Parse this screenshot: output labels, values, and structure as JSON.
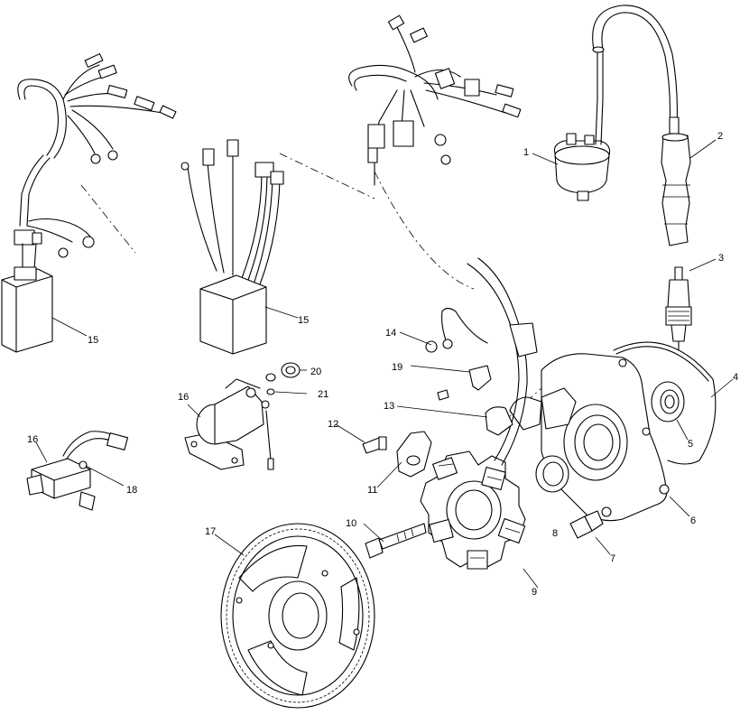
{
  "diagram": {
    "callouts": [
      {
        "id": "c1",
        "text": "1"
      },
      {
        "id": "c2",
        "text": "2"
      },
      {
        "id": "c3",
        "text": "3"
      },
      {
        "id": "c4",
        "text": "4"
      },
      {
        "id": "c5",
        "text": "5"
      },
      {
        "id": "c6",
        "text": "6"
      },
      {
        "id": "c7",
        "text": "7"
      },
      {
        "id": "c8",
        "text": "8"
      },
      {
        "id": "c9",
        "text": "9"
      },
      {
        "id": "c10",
        "text": "10"
      },
      {
        "id": "c11",
        "text": "11"
      },
      {
        "id": "c12",
        "text": "12"
      },
      {
        "id": "c13",
        "text": "13"
      },
      {
        "id": "c14",
        "text": "14"
      },
      {
        "id": "c15a",
        "text": "15"
      },
      {
        "id": "c15b",
        "text": "15"
      },
      {
        "id": "c16a",
        "text": "16"
      },
      {
        "id": "c16b",
        "text": "16"
      },
      {
        "id": "c17",
        "text": "17"
      },
      {
        "id": "c18",
        "text": "18"
      },
      {
        "id": "c19",
        "text": "19"
      },
      {
        "id": "c20",
        "text": "20"
      },
      {
        "id": "c21",
        "text": "21"
      }
    ]
  }
}
